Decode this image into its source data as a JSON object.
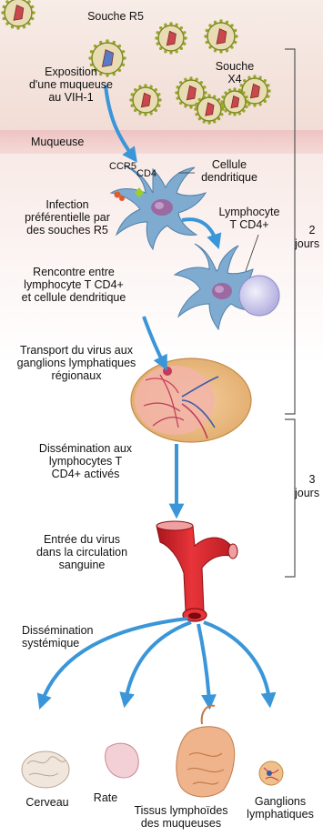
{
  "labels": {
    "souche_r5": "Souche R5",
    "souche_x4": "Souche\nX4",
    "exposition": "Exposition\nd'une muqueuse\nau VIH-1",
    "muqueuse": "Muqueuse",
    "ccr5": "CCR5",
    "cd4": "CD4",
    "cellule_dendritique": "Cellule\ndendritique",
    "infection": "Infection\npréférentielle par\ndes souches R5",
    "lymphocyte": "Lymphocyte\nT CD4+",
    "rencontre": "Rencontre entre\nlymphocyte T CD4+\net cellule dendritique",
    "transport": "Transport du virus aux\nganglions lymphatiques\nrégionaux",
    "dissemination_lt": "Dissémination aux\nlymphocytes T\nCD4+ activés",
    "entree": "Entrée du virus\ndans la circulation\nsanguine",
    "dissemination_sys": "Dissémination\nsystémique",
    "cerveau": "Cerveau",
    "rate": "Rate",
    "tissus": "Tissus lymphoïdes\ndes muqueuses",
    "ganglions": "Ganglions\nlymphatiques"
  },
  "timeline": [
    {
      "value": "2",
      "unit": "jours"
    },
    {
      "value": "3",
      "unit": "jours"
    }
  ],
  "colors": {
    "mucosa_top": "#f4e3dc",
    "mucosa_band": "#e6b8bc",
    "tissue": "#f6e6e3",
    "arrow": "#3a96d8",
    "vessel": "#d9262d",
    "dendritic": "#7aa7cc",
    "lymphocyte": "#c9c6ea",
    "virus_ring": "#8a9a2a"
  }
}
